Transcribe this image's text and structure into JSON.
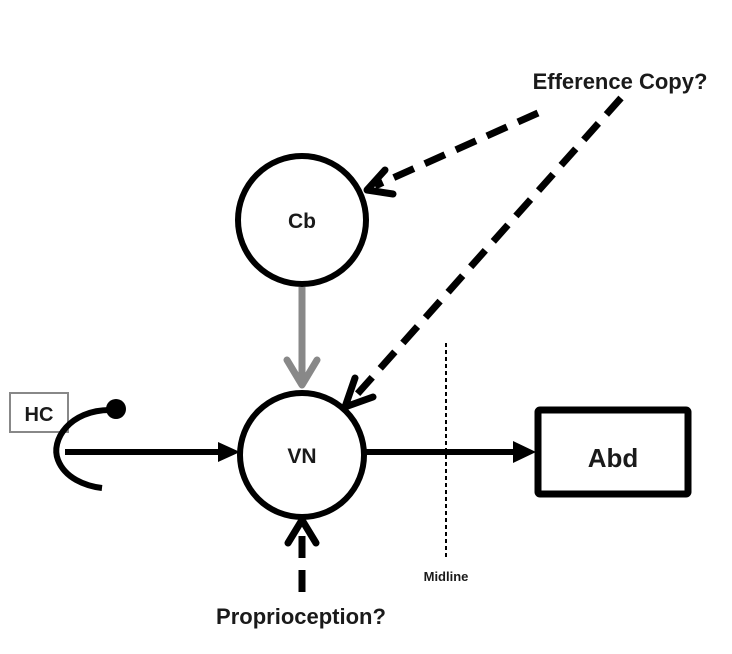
{
  "diagram": {
    "nodes": {
      "cerebellum": {
        "label": "Cb",
        "shape": "circle"
      },
      "vestibular_nuclei": {
        "label": "VN",
        "shape": "circle"
      },
      "hair_cell": {
        "label": "HC",
        "shape": "box"
      },
      "abducens": {
        "label": "Abd",
        "shape": "box"
      }
    },
    "labels": {
      "efference_copy": "Efference Copy?",
      "proprioception": "Proprioception?",
      "midline": "Midline"
    },
    "edges": [
      {
        "from": "Efference Copy?",
        "to": "Cb",
        "style": "dashed",
        "color": "#000000"
      },
      {
        "from": "Efference Copy?",
        "to": "VN",
        "style": "dashed",
        "color": "#000000"
      },
      {
        "from": "Cb",
        "to": "VN",
        "style": "solid",
        "color": "#888888"
      },
      {
        "from": "HC",
        "to": "VN",
        "style": "solid",
        "color": "#000000"
      },
      {
        "from": "VN",
        "to": "Abd",
        "style": "solid",
        "color": "#000000"
      },
      {
        "from": "Proprioception?",
        "to": "VN",
        "style": "dashed",
        "color": "#000000"
      }
    ],
    "colors": {
      "stroke": "#000000",
      "cerebellar_projection": "#888888",
      "hc_box_border": "#888888"
    }
  }
}
